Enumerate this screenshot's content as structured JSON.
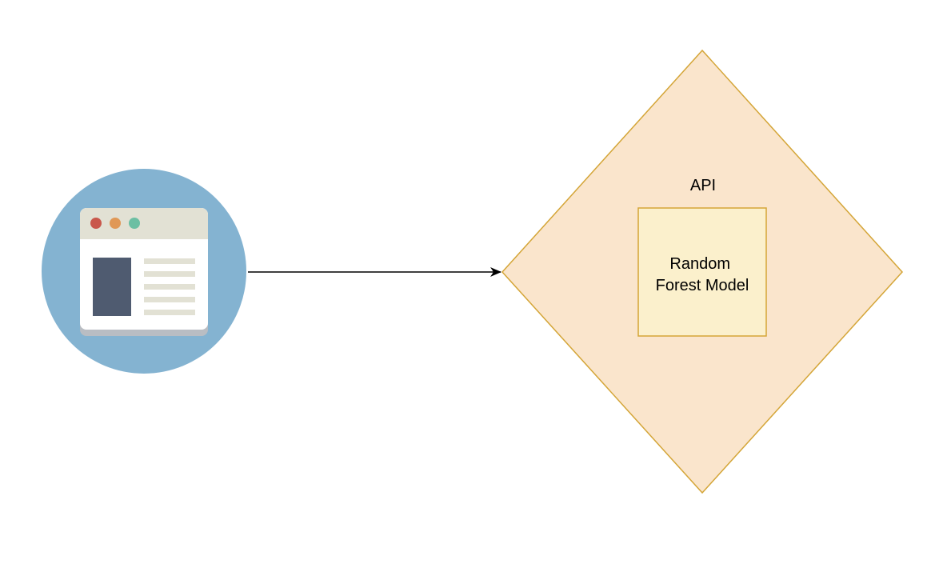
{
  "diagram": {
    "nodes": {
      "client": {
        "icon": "browser-window-icon",
        "colors": {
          "circle": "#84b3d1",
          "window_bar": "#e2e1d4",
          "window_body": "#ffffff",
          "window_shadow": "#b9bdc3",
          "dot_red": "#c9574b",
          "dot_orange": "#e09856",
          "dot_green": "#6cbfa3",
          "sidebar_block": "#4f5b70",
          "text_lines": "#e2e1d4"
        }
      },
      "api": {
        "label": "API",
        "shape": "diamond",
        "fill": "#fae5cc",
        "stroke": "#d4a537"
      },
      "model": {
        "label_line1": "Random",
        "label_line2": "Forest Model",
        "shape": "rectangle",
        "fill": "#fbf0cc",
        "stroke": "#d4a537"
      }
    },
    "edges": [
      {
        "from": "client",
        "to": "api",
        "arrow": "end",
        "color": "#000000"
      }
    ]
  }
}
